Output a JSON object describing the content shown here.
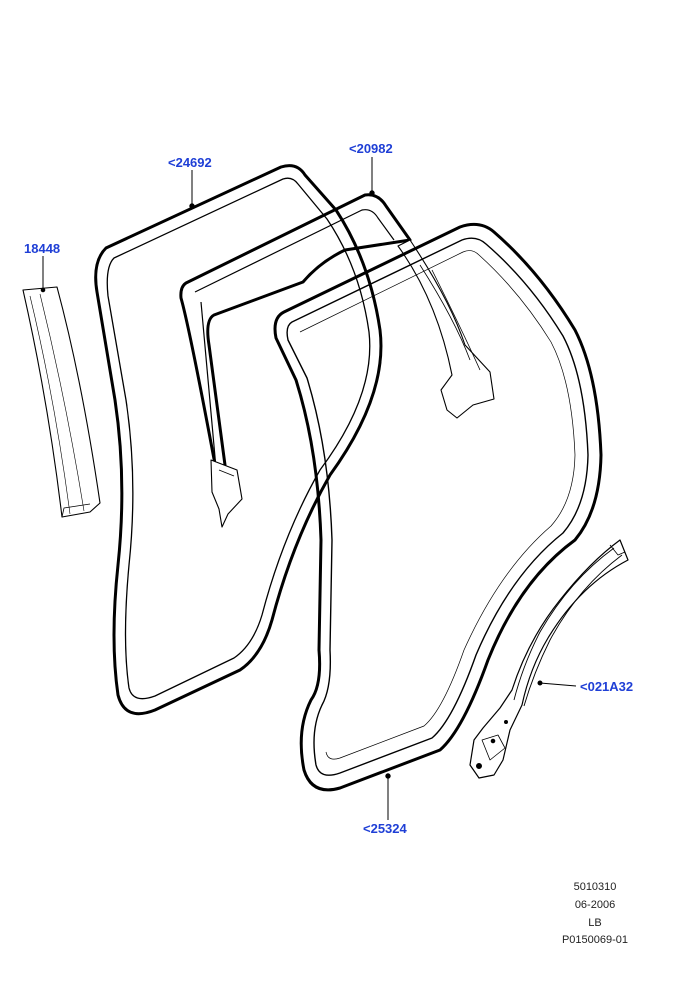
{
  "callouts": {
    "part_18448": "18448",
    "part_24692": "<24692",
    "part_20982": "<20982",
    "part_021A32": "<021A32",
    "part_25324": "<25324"
  },
  "info": {
    "code": "5010310",
    "date": "06-2006",
    "region": "LB",
    "illustration_id": "P0150069-01"
  },
  "colors": {
    "callout_text": "#1f3fd6",
    "line_art": "#000000"
  }
}
